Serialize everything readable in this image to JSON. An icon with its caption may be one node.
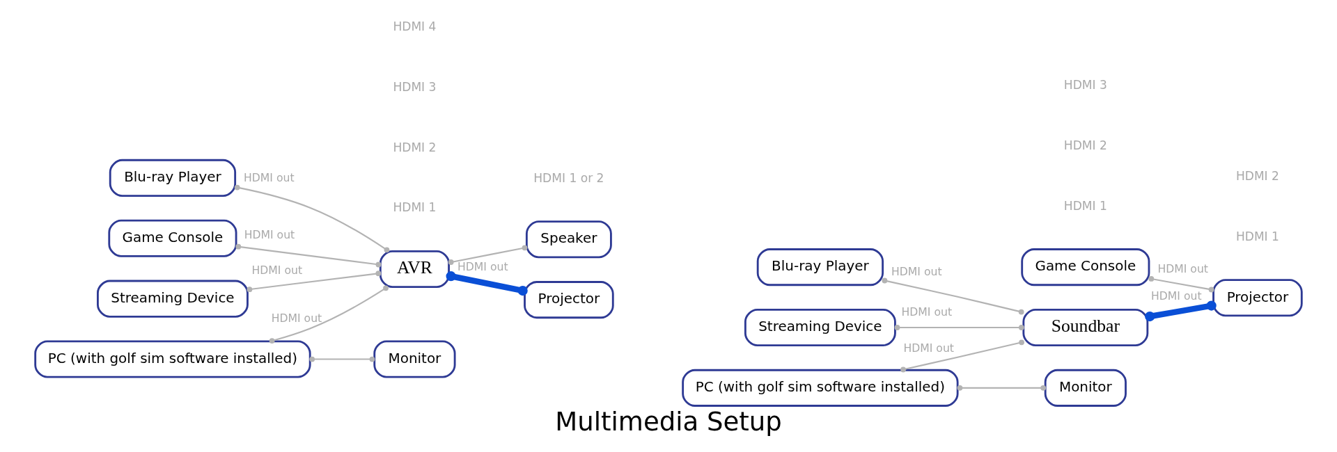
{
  "diagram": {
    "title": "Multimedia Setup",
    "nodes": [
      {
        "text": [
          "Game Console"
        ]
      },
      {
        "text": [
          "Streaming Device"
        ]
      },
      {
        "text": [
          "Blu-ray Player"
        ]
      },
      {
        "text": [
          "AVR"
        ]
      },
      {
        "text": [
          "Projector"
        ]
      },
      {
        "text": [
          "Speaker"
        ]
      },
      {
        "text": [
          "PC (with golf sim software installed)"
        ]
      },
      {
        "text": [
          "Monitor"
        ]
      },
      {
        "text": [
          "Game Console"
        ]
      },
      {
        "text": [
          "Streaming Device"
        ]
      },
      {
        "text": [
          "Blu-ray Player"
        ]
      },
      {
        "text": [
          "Soundbar"
        ]
      },
      {
        "text": [
          "Projector"
        ]
      },
      {
        "text": [
          "PC (with golf sim software installed)"
        ]
      },
      {
        "text": [
          "Monitor"
        ]
      }
    ],
    "edges": [
      {
        "from": 0,
        "to": 3,
        "arrow": "other",
        "label": "HDMI out"
      },
      {
        "from": 3,
        "to": 4,
        "arrow": "other",
        "label": "HDMI out",
        "style": "thick",
        "color": "#0a4fd6"
      },
      {
        "from": 1,
        "to": 3,
        "arrow": "other",
        "label": "HDMI out"
      },
      {
        "from": 3,
        "to": 5,
        "arrow": "other"
      },
      {
        "from": 2,
        "to": 3,
        "arrow": "other",
        "label": "HDMI out"
      },
      {
        "from": 6,
        "to": 3,
        "arrow": "other",
        "label": "HDMI out"
      },
      {
        "from": 6,
        "to": 7,
        "arrow": "other"
      },
      {
        "from": 8,
        "to": 12,
        "arrow": "other",
        "label": "HDMI out"
      },
      {
        "from": 11,
        "to": 12,
        "arrow": "other",
        "label": "HDMI out",
        "style": "thick",
        "color": "#0a4fd6"
      },
      {
        "from": 9,
        "to": 11,
        "arrow": "other",
        "label": "HDMI out"
      },
      {
        "from": 10,
        "to": 11,
        "arrow": "other",
        "label": "HDMI out"
      },
      {
        "from": 13,
        "to": 11,
        "arrow": "other",
        "label": "HDMI out"
      },
      {
        "from": 13,
        "to": 14,
        "arrow": "other"
      }
    ],
    "labels": [
      "HDMI 1 or 2",
      "HDMI 1",
      "HDMI 2",
      "HDMI 3",
      "HDMI 4",
      "HDMI 1",
      "HDMI 2",
      "HDMI 1",
      "HDMI 2",
      "HDMI 3"
    ]
  }
}
